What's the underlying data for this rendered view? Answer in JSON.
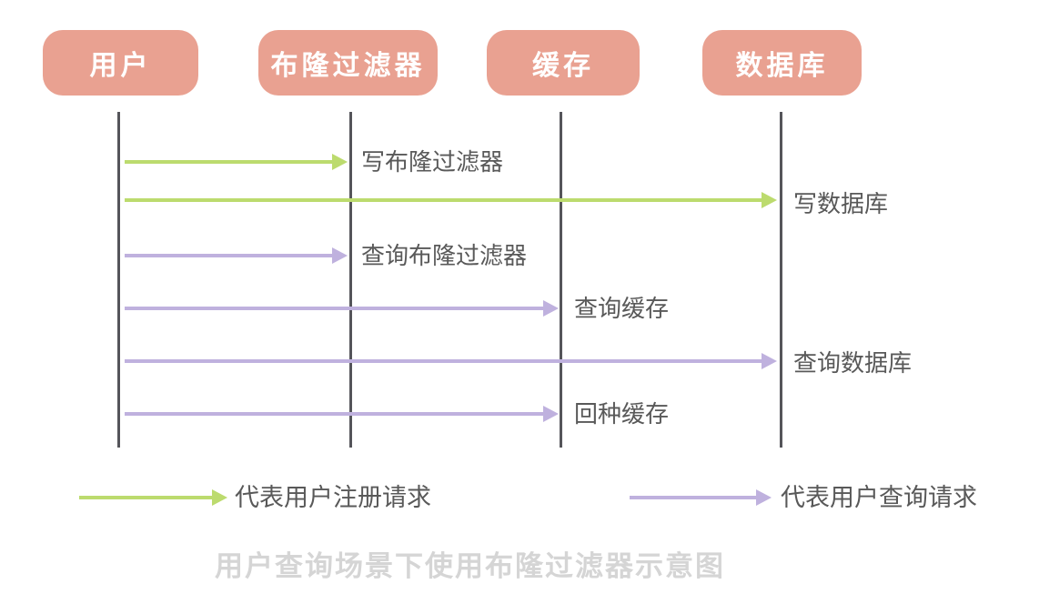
{
  "title": "用户查询场景下使用布隆过滤器示意图",
  "colors": {
    "lane_box": "#E9A191",
    "lane_text": "#FFFFFF",
    "lifeline": "#55555A",
    "register_arrow_green": "#BCDB6E",
    "query_arrow_purple": "#BFB1DE",
    "label_text": "#595959",
    "caption_text": "#D5D5D5"
  },
  "lanes": [
    {
      "label": "用户"
    },
    {
      "label": "布隆过滤器"
    },
    {
      "label": "缓存"
    },
    {
      "label": "数据库"
    }
  ],
  "messages": [
    {
      "label": "写布隆过滤器",
      "type": "register",
      "from": "用户",
      "to": "布隆过滤器"
    },
    {
      "label": "写数据库",
      "type": "register",
      "from": "用户",
      "to": "数据库"
    },
    {
      "label": "查询布隆过滤器",
      "type": "query",
      "from": "用户",
      "to": "布隆过滤器"
    },
    {
      "label": "查询缓存",
      "type": "query",
      "from": "用户",
      "to": "缓存"
    },
    {
      "label": "查询数据库",
      "type": "query",
      "from": "用户",
      "to": "数据库"
    },
    {
      "label": "回种缓存",
      "type": "query",
      "from": "用户",
      "to": "缓存"
    }
  ],
  "legend": [
    {
      "label": "代表用户注册请求",
      "type": "register"
    },
    {
      "label": "代表用户查询请求",
      "type": "query"
    }
  ],
  "caption": "用户查询场景下使用布隆过滤器示意图"
}
